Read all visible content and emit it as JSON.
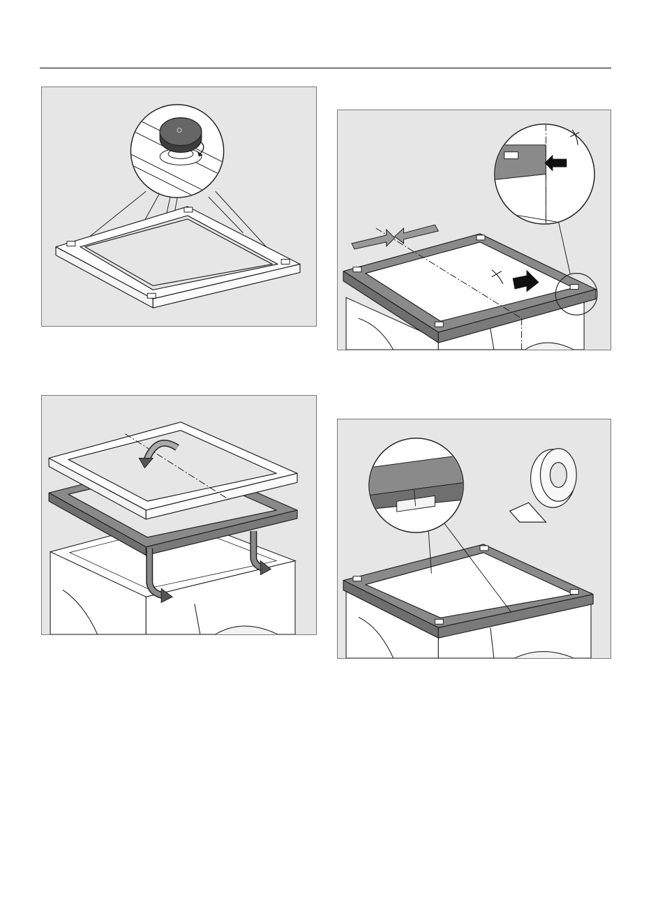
{
  "page": {
    "footer_text": "",
    "colors": {
      "panel": "#e6e6e6",
      "frame_dark": "#7d7d7d",
      "line": "#1a1a1a",
      "white": "#ffffff"
    }
  },
  "figures": [
    {
      "id": "fig1",
      "icon": "frame-with-foot-pad-detail"
    },
    {
      "id": "fig2",
      "icon": "frame-alignment-on-machine-detail"
    },
    {
      "id": "fig3",
      "icon": "frame-flip-and-place-on-machine"
    },
    {
      "id": "fig4",
      "icon": "tape-securing-frame-detail"
    }
  ]
}
